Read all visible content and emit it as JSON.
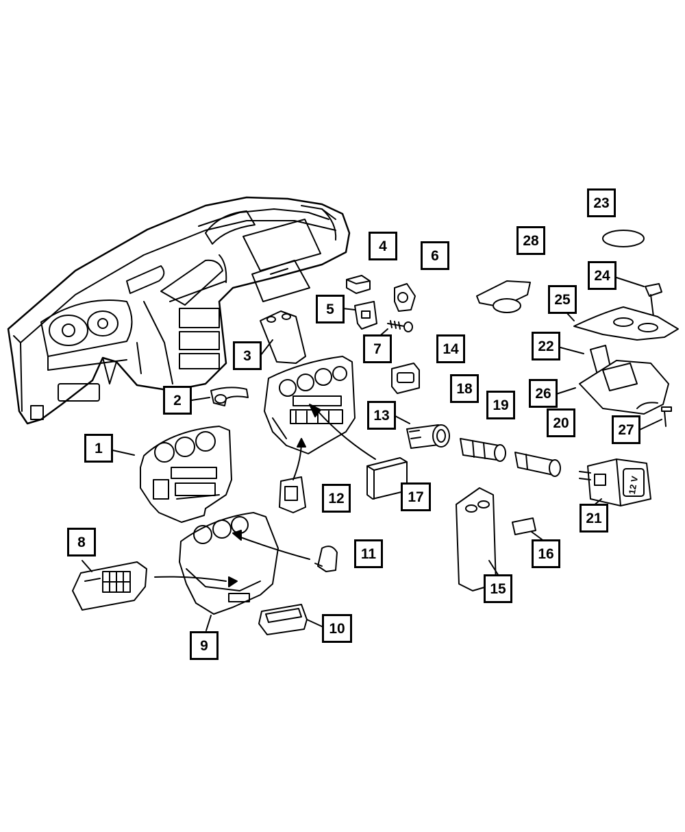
{
  "callouts": [
    "1",
    "2",
    "3",
    "4",
    "5",
    "6",
    "7",
    "8",
    "9",
    "10",
    "11",
    "12",
    "13",
    "14",
    "15",
    "16",
    "17",
    "18",
    "19",
    "20",
    "21",
    "22",
    "23",
    "24",
    "25",
    "26",
    "27",
    "28"
  ],
  "socket_label": "12 V",
  "colors": {
    "ink": "#000000",
    "paper": "#ffffff"
  }
}
